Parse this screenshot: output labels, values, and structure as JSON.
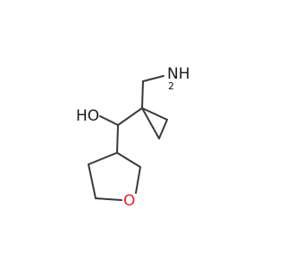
{
  "molecule": {
    "atoms": {
      "amine": "NH",
      "amine_h_count": "2",
      "hydroxyl": "HO",
      "ring_oxygen": "O"
    },
    "colors": {
      "bond": "#3a3a3a",
      "label": "#1a1a1a",
      "ring_oxygen": "#e8202a"
    }
  }
}
